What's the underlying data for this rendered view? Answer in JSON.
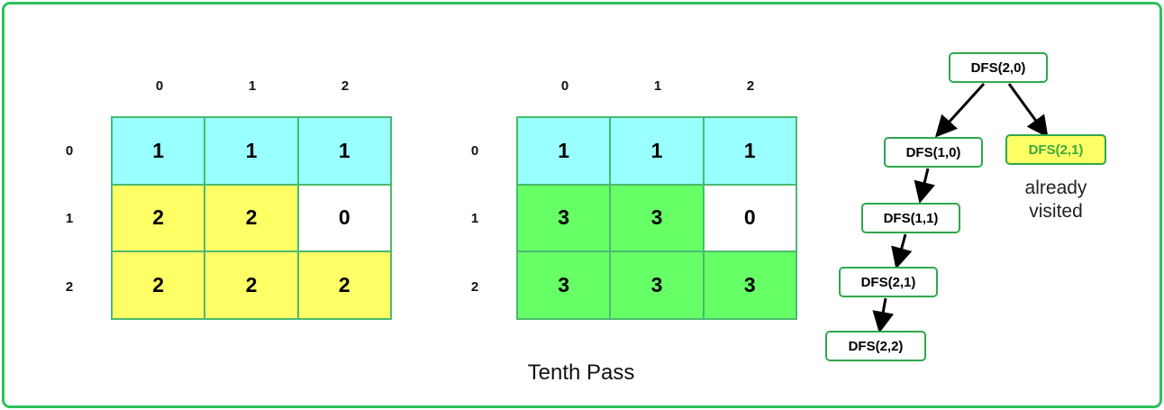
{
  "caption": "Tenth Pass",
  "col_labels": [
    "0",
    "1",
    "2"
  ],
  "row_labels": [
    "0",
    "1",
    "2"
  ],
  "colors": {
    "blue": "#99ffff",
    "yellow": "#ffff66",
    "green": "#66ff66",
    "white": "#ffffff",
    "border": "#2ec05a"
  },
  "grid_before": {
    "values": [
      [
        "1",
        "1",
        "1"
      ],
      [
        "2",
        "2",
        "0"
      ],
      [
        "2",
        "2",
        "2"
      ]
    ],
    "fills": [
      [
        "blue",
        "blue",
        "blue"
      ],
      [
        "yellow",
        "yellow",
        "white"
      ],
      [
        "yellow",
        "yellow",
        "yellow"
      ]
    ]
  },
  "grid_after": {
    "values": [
      [
        "1",
        "1",
        "1"
      ],
      [
        "3",
        "3",
        "0"
      ],
      [
        "3",
        "3",
        "3"
      ]
    ],
    "fills": [
      [
        "blue",
        "blue",
        "blue"
      ],
      [
        "green",
        "green",
        "white"
      ],
      [
        "green",
        "green",
        "green"
      ]
    ]
  },
  "dfs_tree": {
    "root": "DFS(2,0)",
    "visited_child": "DFS(2,1)",
    "visited_note_line1": "already",
    "visited_note_line2": "visited",
    "chain": [
      "DFS(1,0)",
      "DFS(1,1)",
      "DFS(2,1)",
      "DFS(2,2)"
    ]
  }
}
